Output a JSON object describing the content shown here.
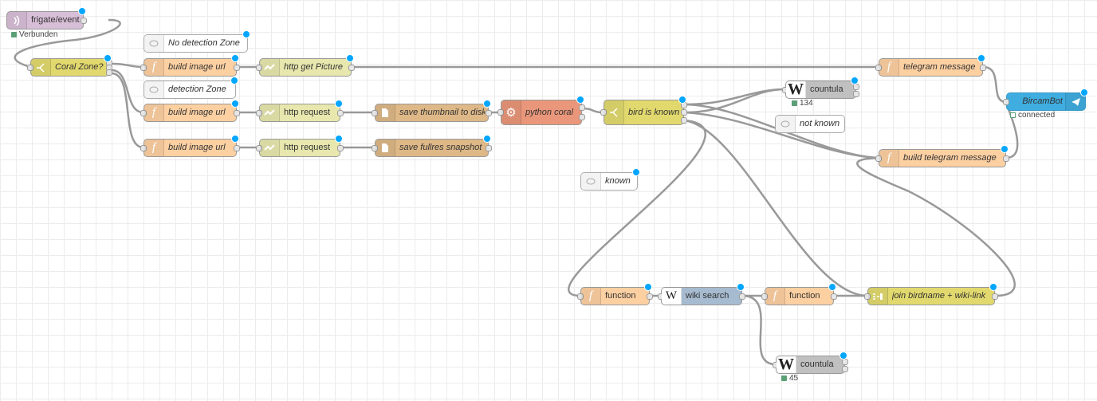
{
  "colors": {
    "function": "#FDD0A2",
    "switch": "#E2D96E",
    "http": "#E7E7AE",
    "file": "#DEB887",
    "mqtt": "#D8BFD8",
    "python": "#E9967A",
    "counter": "#C0C0C0",
    "wiki": "#A6BBCF",
    "telegram": "#3FADE0",
    "wire": "#999999",
    "changed_dot": "#00A6FF",
    "status_ok": "#5A9F76"
  },
  "nodes": {
    "frigate_events": {
      "label": "frigate/events",
      "icon": "mqtt-icon",
      "status": "Verbunden"
    },
    "coral_zone": {
      "label": "Coral Zone?",
      "icon": "switch-icon"
    },
    "comment_no_detection": {
      "label": "No detection Zone",
      "icon": "comment-icon"
    },
    "comment_detection": {
      "label": "detection Zone",
      "icon": "comment-icon"
    },
    "comment_not_known": {
      "label": "not known",
      "icon": "comment-icon"
    },
    "comment_known": {
      "label": "known",
      "icon": "comment-icon"
    },
    "build_image_url_1": {
      "label": "build image url",
      "icon": "function-icon"
    },
    "build_image_url_2": {
      "label": "build image url",
      "icon": "function-icon"
    },
    "build_image_url_3": {
      "label": "build image url",
      "icon": "function-icon"
    },
    "http_get_picture": {
      "label": "http get Picture",
      "icon": "globe-icon"
    },
    "http_request_1": {
      "label": "http request",
      "icon": "globe-icon"
    },
    "http_request_2": {
      "label": "http request",
      "icon": "globe-icon"
    },
    "save_thumbnail": {
      "label": "save thumbnail to disk",
      "icon": "file-icon"
    },
    "save_fullres": {
      "label": "save fullres snapshot",
      "icon": "file-icon"
    },
    "python_coral": {
      "label": "python coral",
      "icon": "gear-icon"
    },
    "bird_is_known": {
      "label": "bird is known",
      "icon": "switch-icon"
    },
    "countula_1": {
      "label": "countula",
      "icon": "counter-icon",
      "status": "134"
    },
    "telegram_message": {
      "label": "telegram message",
      "icon": "function-icon"
    },
    "bircambot": {
      "label": "BircamBot",
      "icon": "telegram-icon",
      "status": "connected"
    },
    "build_telegram_message": {
      "label": "build telegram message",
      "icon": "function-icon"
    },
    "function_1": {
      "label": "function",
      "icon": "function-icon"
    },
    "wiki_search": {
      "label": "wiki search",
      "icon": "wikipedia-icon"
    },
    "function_2": {
      "label": "function",
      "icon": "function-icon"
    },
    "join_birdname": {
      "label": "join birdname + wiki-link",
      "icon": "join-icon"
    },
    "countula_2": {
      "label": "countula",
      "icon": "counter-icon",
      "status": "45"
    }
  },
  "icon_glyphs": {
    "counter": "W",
    "wikipedia": "W"
  }
}
